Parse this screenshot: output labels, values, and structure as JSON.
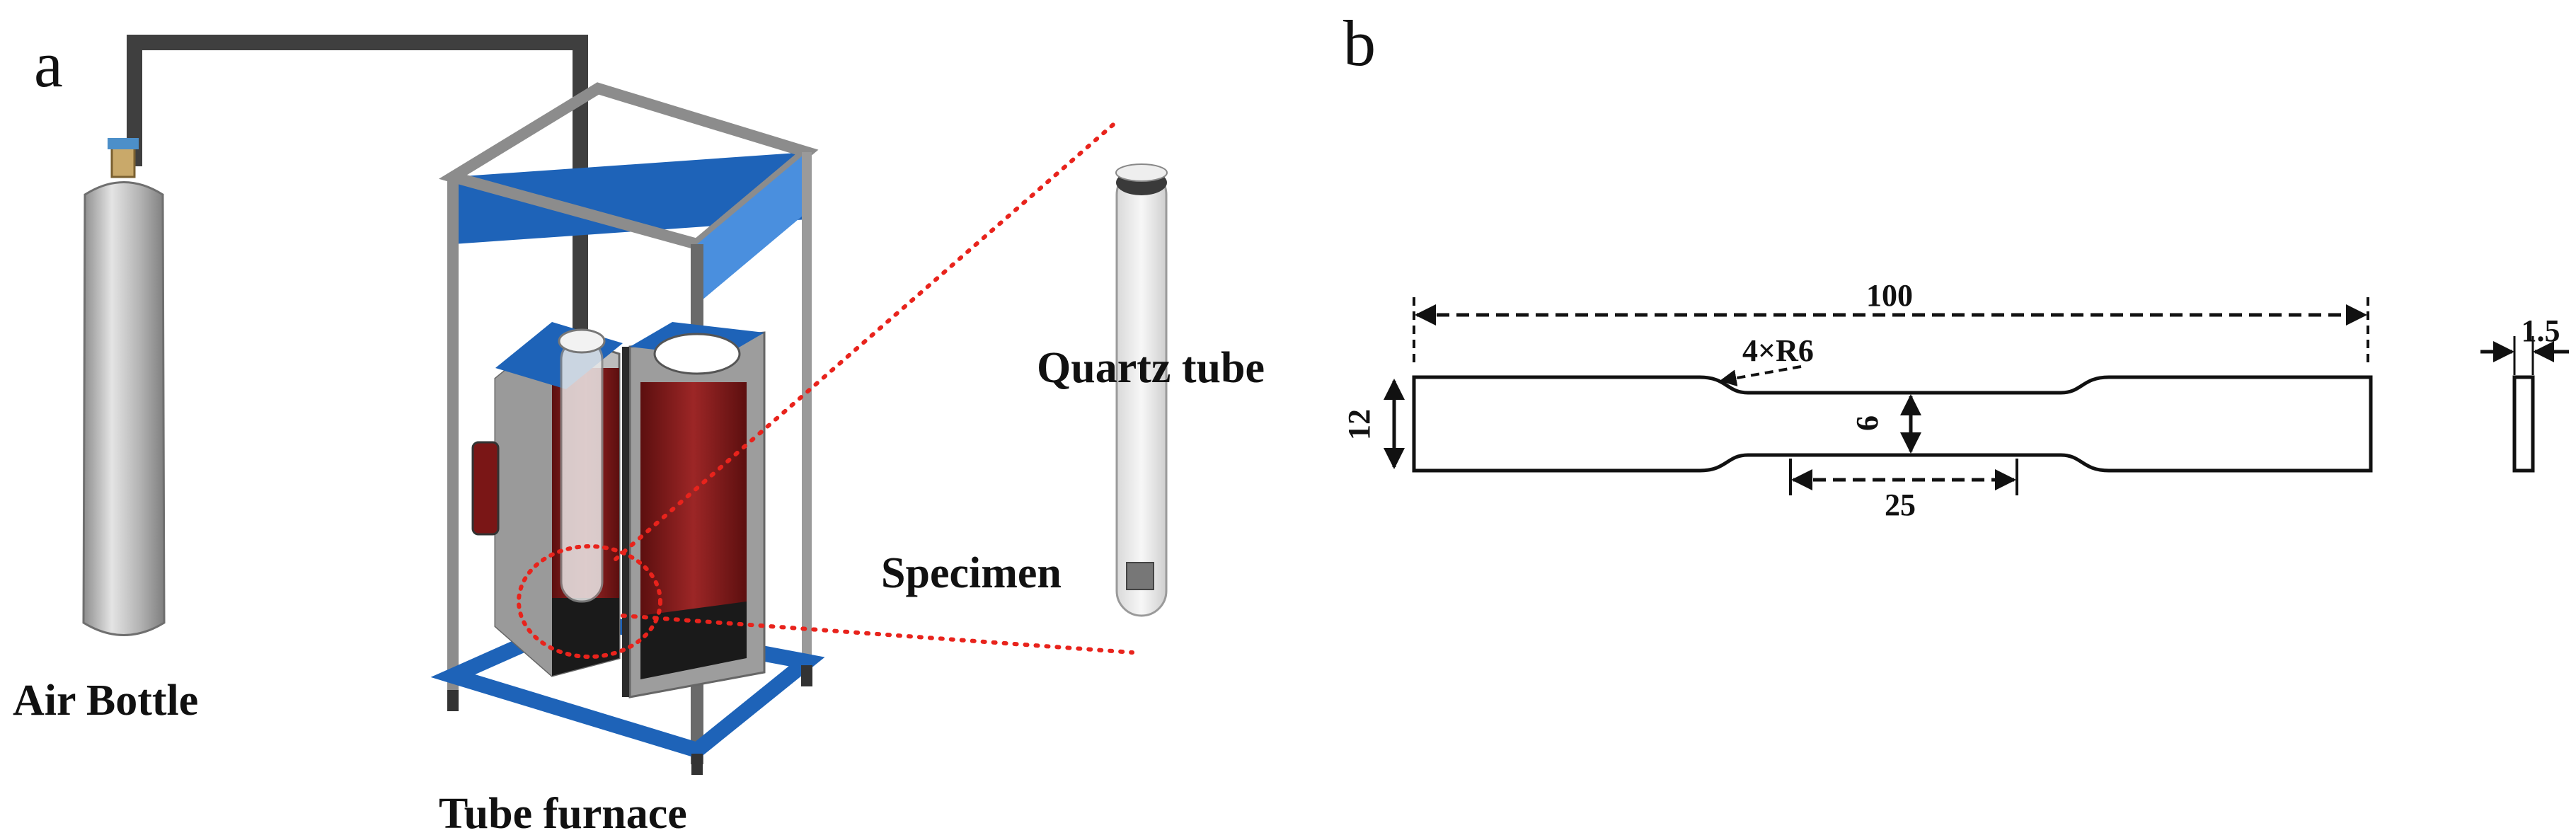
{
  "panels": {
    "a": {
      "letter": "a",
      "labels": {
        "air_bottle": "Air Bottle",
        "tube_furnace": "Tube furnace",
        "quartz_tube": "Quartz tube",
        "specimen": "Specimen"
      }
    },
    "b": {
      "letter": "b",
      "dimensions": {
        "total_length": "100",
        "fillet": "4×R6",
        "grip_width": "12",
        "gauge_width": "6",
        "gauge_length": "25",
        "thickness": "1.5"
      }
    }
  },
  "colors": {
    "frame_blue": "#1e63b8",
    "frame_blue_light": "#4a8fde",
    "furnace_red": "#8a1e1e",
    "frame_grey": "#8c8c8c",
    "bottle_grey": "#b5b5b5",
    "zoom_dots": "#e8231c",
    "outline": "#111111"
  }
}
